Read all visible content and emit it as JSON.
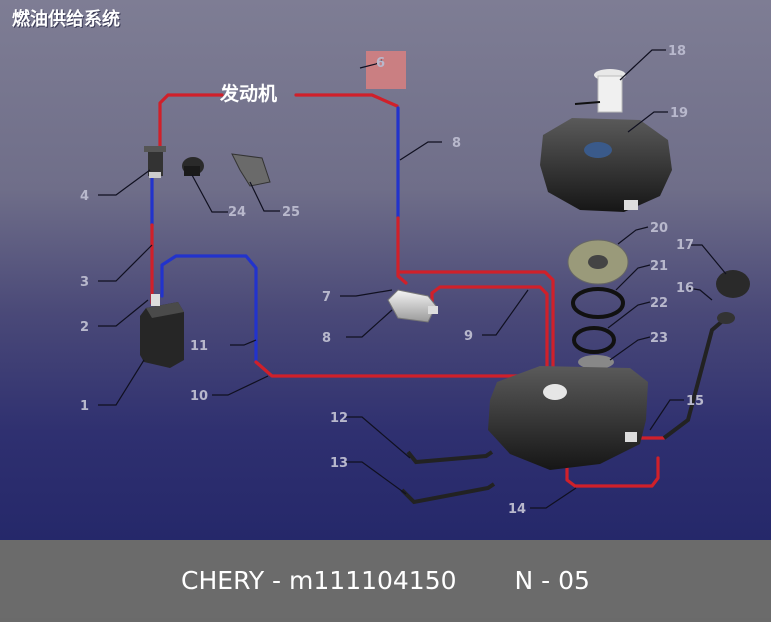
{
  "title": "燃油供给系统",
  "engine_label": "发动机",
  "footer": {
    "brand_code": "CHERY - m111104150",
    "page": "N - 05"
  },
  "colors": {
    "pressure_line": "#d0202a",
    "return_line": "#2233cc",
    "callout_text": "#b8b8cc"
  },
  "callouts": {
    "c1": "1",
    "c2": "2",
    "c3": "3",
    "c4": "4",
    "c6": "6",
    "c7": "7",
    "c8": "8",
    "c8b": "8",
    "c9": "9",
    "c10": "10",
    "c11": "11",
    "c12": "12",
    "c13": "13",
    "c14": "14",
    "c15": "15",
    "c16": "16",
    "c17": "17",
    "c18": "18",
    "c19": "19",
    "c20": "20",
    "c21": "21",
    "c22": "22",
    "c23": "23",
    "c24": "24",
    "c25": "25"
  }
}
